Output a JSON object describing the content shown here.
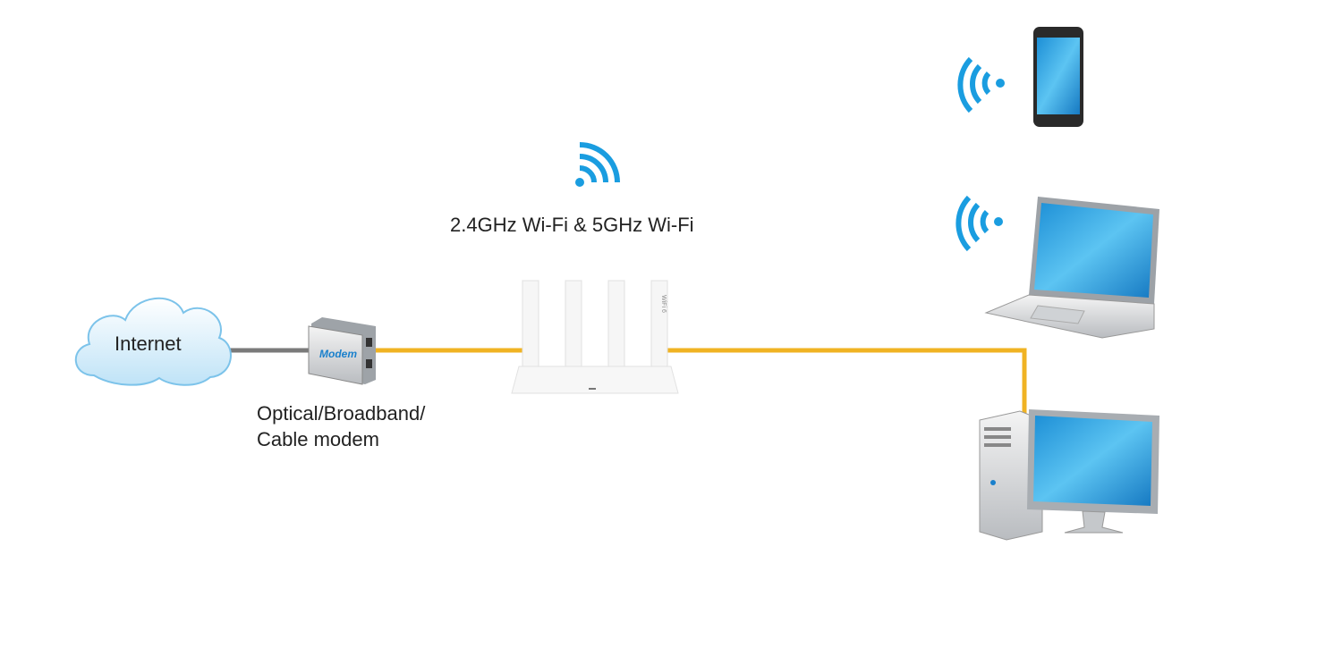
{
  "labels": {
    "internet": "Internet",
    "modem_device": "Modem",
    "modem_caption_line1": "Optical/Broadband/",
    "modem_caption_line2": "Cable modem",
    "wifi_caption": "2.4GHz Wi-Fi & 5GHz Wi-Fi",
    "router_antenna_text": "WiFi 6"
  },
  "colors": {
    "ethernet_cable": "#f0b323",
    "internet_cable": "#7a7a7a",
    "wifi_signal": "#1a9de0",
    "screen_blue": "#2aa6e8"
  },
  "icons": [
    "cloud-icon",
    "modem-icon",
    "router-icon",
    "wifi-icon",
    "smartphone-icon",
    "laptop-icon",
    "desktop-computer-icon"
  ]
}
